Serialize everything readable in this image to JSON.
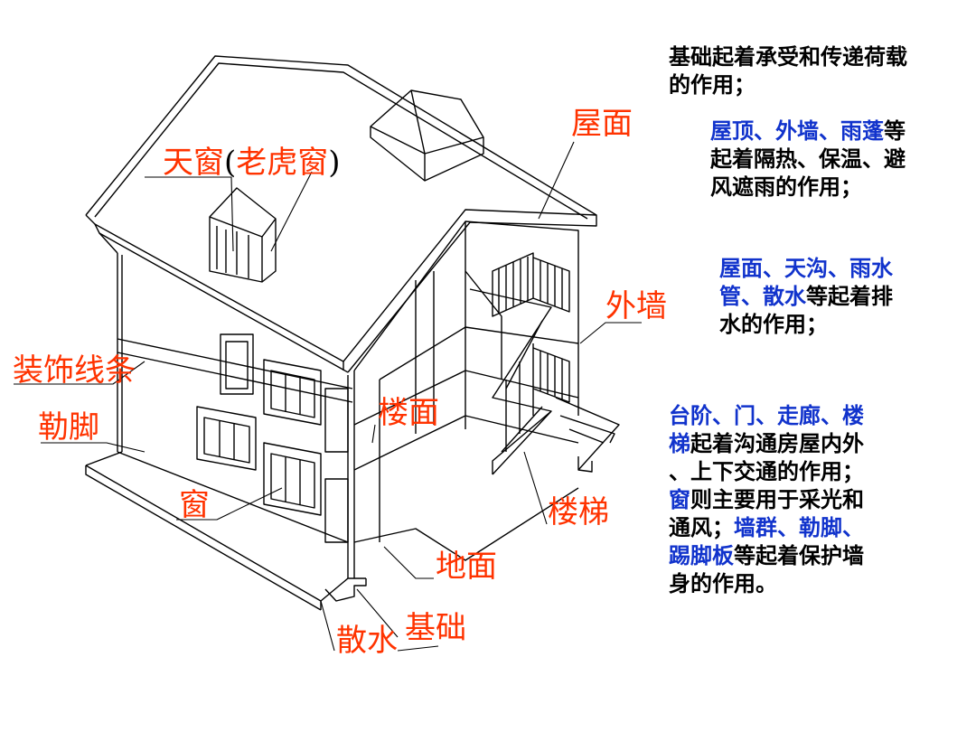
{
  "labels": {
    "skylight": "天窗",
    "skylight_open": "(",
    "skylight_name": "老虎窗",
    "skylight_close": ")",
    "roof": "屋面",
    "outer_wall": "外墙",
    "decor_line": "装饰线条",
    "plinth": "勒脚",
    "floor_slab": "楼面",
    "window": "窗",
    "stairs": "楼梯",
    "ground": "地面",
    "apron": "散水",
    "foundation": "基础"
  },
  "paragraphs": {
    "p1": {
      "l1": " 基础起着承受和传递荷载",
      "l2": "的作用；"
    },
    "p2": {
      "l1_hl": "屋顶、外墙、雨蓬",
      "l1": "等",
      "l2": "起着隔热、保温、避",
      "l3": "风遮雨的作用；"
    },
    "p3": {
      "l1_hl": "屋面、天沟、雨水",
      "l2_hl": "管、散水",
      "l2": "等起着排",
      "l3": "水的作用；"
    },
    "p4": {
      "l1_hl": "台阶、门、走廊、楼",
      "l2_hl": "梯",
      "l2": "起着沟通房屋内外",
      "l3": "、上下交通的作用；",
      "l4_hl": "窗",
      "l4": "则主要用于采光和",
      "l5": "通风；",
      "l5_hl": "墙群、勒脚、",
      "l6_hl": "踢脚板",
      "l6": "等起着保护墙",
      "l7": "身的作用。"
    }
  },
  "colors": {
    "label": "#ff3300",
    "highlight": "#1133cc",
    "text": "#000000",
    "line": "#000000"
  }
}
